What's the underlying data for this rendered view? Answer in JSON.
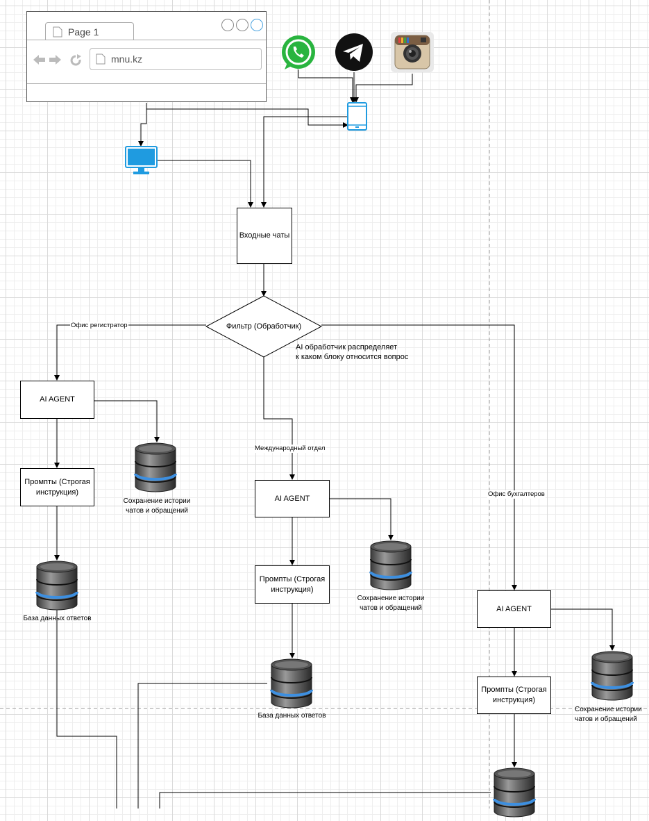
{
  "browser": {
    "tab_title": "Page 1",
    "url": "mnu.kz"
  },
  "icons": [
    "whatsapp-icon",
    "telegram-icon",
    "instagram-icon",
    "mobile-phone-icon",
    "desktop-monitor-icon",
    "database-icon"
  ],
  "colors": {
    "whatsapp": "#29b43f",
    "telegram": "#111111",
    "device_blue": "#1f9be0",
    "db_stripe": "#3d8fe0",
    "grid": "#dadada",
    "accent_circle": "#4aa3df"
  },
  "nodes": {
    "incoming": "Входные чаты",
    "filter": "Фильтр (Обработчик)",
    "filter_note": "AI обработчик распределяет\nк каком блоку относится вопрос",
    "branch_left": {
      "edge_label": "Офис регистратор",
      "agent": "AI AGENT",
      "prompts": "Промпты (Строгая\nинструкция)",
      "history_db": "Сохранение истории\nчатов и обращений",
      "answers_db": "База данных ответов"
    },
    "branch_middle": {
      "edge_label": "Международный отдел",
      "agent": "AI AGENT",
      "prompts": "Промпты (Строгая\nинструкция)",
      "history_db": "Сохранение истории\nчатов и обращений",
      "answers_db": "База данных ответов"
    },
    "branch_right": {
      "edge_label": "Офис бухгалтеров",
      "agent": "AI AGENT",
      "prompts": "Промпты (Строгая\nинструкция)",
      "history_db": "Сохранение истории\nчатов и обращений"
    }
  }
}
